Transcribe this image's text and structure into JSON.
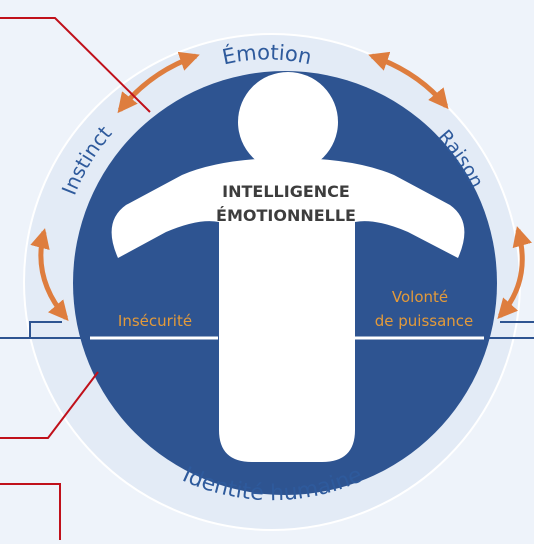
{
  "diagram": {
    "center_title_line1": "INTELLIGENCE",
    "center_title_line2": "ÉMOTIONNELLE",
    "arc_top": "Émotion",
    "arc_left": "Instinct",
    "arc_right": "Raison",
    "arc_bottom": "Identité humaine",
    "left_label": "Insécurité",
    "right_label_line1": "Volonté",
    "right_label_line2": "de puissance"
  },
  "colors": {
    "background": "#eef3fa",
    "disc": "#2e5491",
    "outer_ring": "#dfe8f4",
    "arc_text": "#2e5a9c",
    "arrow": "#de7d3e",
    "accent_label": "#e39a3a",
    "callout_border": "#c0101a",
    "figure": "#ffffff",
    "figure_text": "#3d3d3d"
  }
}
